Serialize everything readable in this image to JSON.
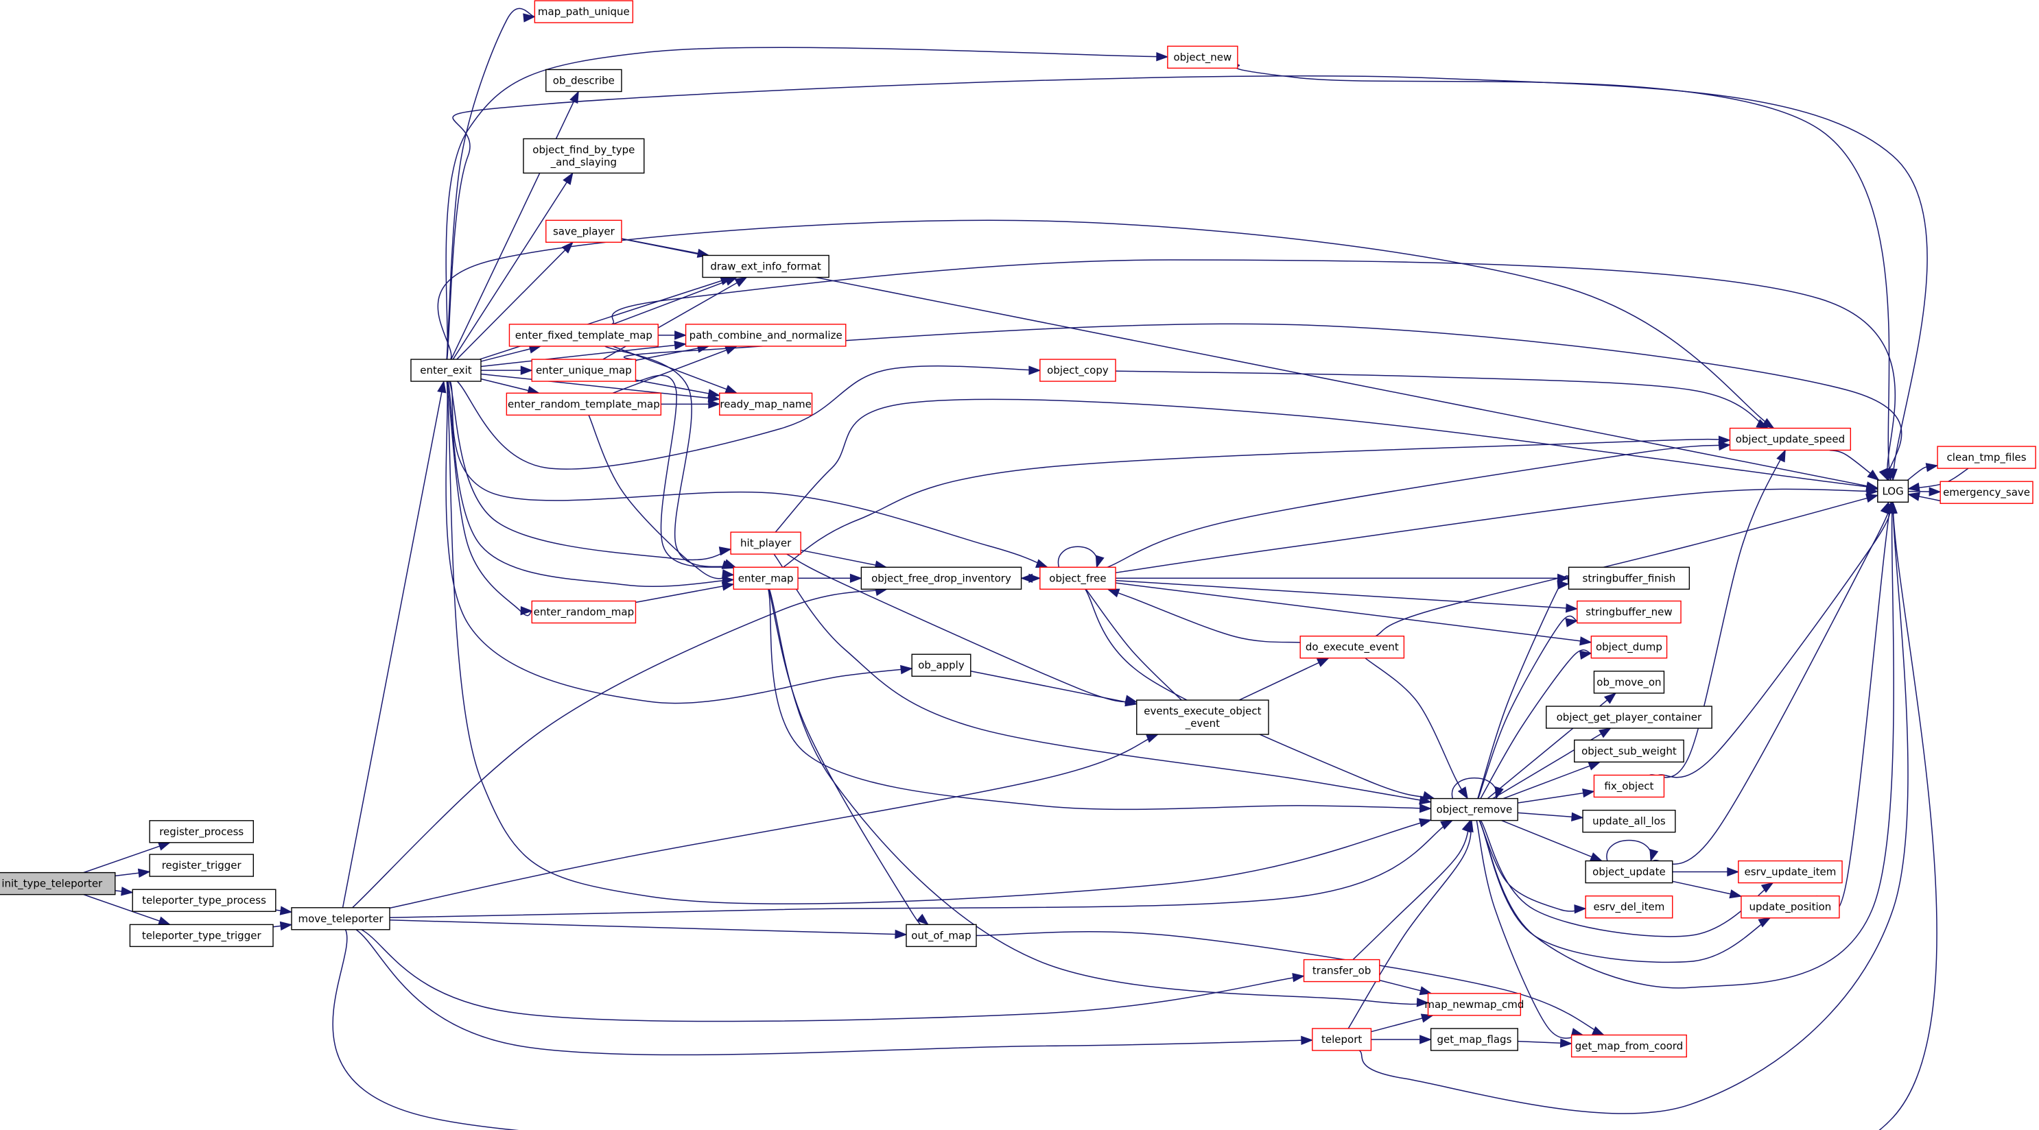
{
  "colors": {
    "edge": "#191970",
    "node_default": "#000000",
    "node_truncated": "#ff0000",
    "root_fill": "#bfbfbf"
  },
  "nodes": {
    "init_type_teleporter": {
      "label": [
        "init_type_teleporter"
      ],
      "style": "root"
    },
    "register_process": {
      "label": [
        "register_process"
      ],
      "style": "black"
    },
    "register_trigger": {
      "label": [
        "register_trigger"
      ],
      "style": "black"
    },
    "teleporter_type_process": {
      "label": [
        "teleporter_type_process"
      ],
      "style": "black"
    },
    "teleporter_type_trigger": {
      "label": [
        "teleporter_type_trigger"
      ],
      "style": "black"
    },
    "move_teleporter": {
      "label": [
        "move_teleporter"
      ],
      "style": "black"
    },
    "enter_exit": {
      "label": [
        "enter_exit"
      ],
      "style": "black"
    },
    "map_path_unique": {
      "label": [
        "map_path_unique"
      ],
      "style": "red"
    },
    "ob_describe": {
      "label": [
        "ob_describe"
      ],
      "style": "black"
    },
    "object_find_by_type_and_slaying": {
      "label": [
        "object_find_by_type",
        "_and_slaying"
      ],
      "style": "black"
    },
    "save_player": {
      "label": [
        "save_player"
      ],
      "style": "red"
    },
    "draw_ext_info_format": {
      "label": [
        "draw_ext_info_format"
      ],
      "style": "black"
    },
    "enter_fixed_template_map": {
      "label": [
        "enter_fixed_template_map"
      ],
      "style": "red"
    },
    "path_combine_and_normalize": {
      "label": [
        "path_combine_and_normalize"
      ],
      "style": "red"
    },
    "enter_unique_map": {
      "label": [
        "enter_unique_map"
      ],
      "style": "red"
    },
    "enter_random_template_map": {
      "label": [
        "enter_random_template_map"
      ],
      "style": "red"
    },
    "ready_map_name": {
      "label": [
        "ready_map_name"
      ],
      "style": "red"
    },
    "object_new": {
      "label": [
        "object_new"
      ],
      "style": "red"
    },
    "object_copy": {
      "label": [
        "object_copy"
      ],
      "style": "red"
    },
    "hit_player": {
      "label": [
        "hit_player"
      ],
      "style": "red"
    },
    "enter_map": {
      "label": [
        "enter_map"
      ],
      "style": "red"
    },
    "enter_random_map": {
      "label": [
        "enter_random_map"
      ],
      "style": "red"
    },
    "object_free_drop_inventory": {
      "label": [
        "object_free_drop_inventory"
      ],
      "style": "black"
    },
    "object_free": {
      "label": [
        "object_free"
      ],
      "style": "red"
    },
    "ob_apply": {
      "label": [
        "ob_apply"
      ],
      "style": "black"
    },
    "events_execute_object_event": {
      "label": [
        "events_execute_object",
        "_event"
      ],
      "style": "black"
    },
    "do_execute_event": {
      "label": [
        "do_execute_event"
      ],
      "style": "red"
    },
    "out_of_map": {
      "label": [
        "out_of_map"
      ],
      "style": "black"
    },
    "transfer_ob": {
      "label": [
        "transfer_ob"
      ],
      "style": "red"
    },
    "teleport": {
      "label": [
        "teleport"
      ],
      "style": "red"
    },
    "map_newmap_cmd": {
      "label": [
        "map_newmap_cmd"
      ],
      "style": "red"
    },
    "get_map_flags": {
      "label": [
        "get_map_flags"
      ],
      "style": "black"
    },
    "object_remove": {
      "label": [
        "object_remove"
      ],
      "style": "black"
    },
    "stringbuffer_finish": {
      "label": [
        "stringbuffer_finish"
      ],
      "style": "black"
    },
    "stringbuffer_new": {
      "label": [
        "stringbuffer_new"
      ],
      "style": "red"
    },
    "object_dump": {
      "label": [
        "object_dump"
      ],
      "style": "red"
    },
    "ob_move_on": {
      "label": [
        "ob_move_on"
      ],
      "style": "black"
    },
    "object_get_player_container": {
      "label": [
        "object_get_player_container"
      ],
      "style": "black"
    },
    "object_sub_weight": {
      "label": [
        "object_sub_weight"
      ],
      "style": "black"
    },
    "fix_object": {
      "label": [
        "fix_object"
      ],
      "style": "red"
    },
    "update_all_los": {
      "label": [
        "update_all_los"
      ],
      "style": "black"
    },
    "object_update": {
      "label": [
        "object_update"
      ],
      "style": "black"
    },
    "esrv_del_item": {
      "label": [
        "esrv_del_item"
      ],
      "style": "red"
    },
    "get_map_from_coord": {
      "label": [
        "get_map_from_coord"
      ],
      "style": "red"
    },
    "object_update_speed": {
      "label": [
        "object_update_speed"
      ],
      "style": "red"
    },
    "esrv_update_item": {
      "label": [
        "esrv_update_item"
      ],
      "style": "red"
    },
    "update_position": {
      "label": [
        "update_position"
      ],
      "style": "red"
    },
    "LOG": {
      "label": [
        "LOG"
      ],
      "style": "black"
    },
    "clean_tmp_files": {
      "label": [
        "clean_tmp_files"
      ],
      "style": "red"
    },
    "emergency_save": {
      "label": [
        "emergency_save"
      ],
      "style": "red"
    }
  },
  "edges": [
    [
      "init_type_teleporter",
      "register_process"
    ],
    [
      "init_type_teleporter",
      "register_trigger"
    ],
    [
      "init_type_teleporter",
      "teleporter_type_process"
    ],
    [
      "init_type_teleporter",
      "teleporter_type_trigger"
    ],
    [
      "teleporter_type_process",
      "move_teleporter"
    ],
    [
      "teleporter_type_trigger",
      "move_teleporter"
    ],
    [
      "move_teleporter",
      "enter_exit"
    ],
    [
      "move_teleporter",
      "object_free_drop_inventory"
    ],
    [
      "move_teleporter",
      "events_execute_object_event"
    ],
    [
      "move_teleporter",
      "object_remove"
    ],
    [
      "move_teleporter",
      "out_of_map"
    ],
    [
      "move_teleporter",
      "transfer_ob"
    ],
    [
      "move_teleporter",
      "teleport"
    ],
    [
      "move_teleporter",
      "LOG"
    ],
    [
      "enter_exit",
      "map_path_unique"
    ],
    [
      "enter_exit",
      "object_new"
    ],
    [
      "enter_exit",
      "ob_describe"
    ],
    [
      "enter_exit",
      "LOG"
    ],
    [
      "enter_exit",
      "object_find_by_type_and_slaying"
    ],
    [
      "enter_exit",
      "save_player"
    ],
    [
      "enter_exit",
      "draw_ext_info_format"
    ],
    [
      "enter_exit",
      "enter_fixed_template_map"
    ],
    [
      "enter_exit",
      "path_combine_and_normalize"
    ],
    [
      "enter_exit",
      "enter_unique_map"
    ],
    [
      "enter_exit",
      "enter_random_template_map"
    ],
    [
      "enter_exit",
      "ready_map_name"
    ],
    [
      "enter_exit",
      "object_copy"
    ],
    [
      "enter_exit",
      "object_update_speed"
    ],
    [
      "enter_exit",
      "hit_player"
    ],
    [
      "enter_exit",
      "enter_map"
    ],
    [
      "enter_exit",
      "enter_random_map"
    ],
    [
      "enter_exit",
      "object_free"
    ],
    [
      "enter_exit",
      "ob_apply"
    ],
    [
      "enter_exit",
      "object_remove"
    ],
    [
      "save_player",
      "draw_ext_info_format"
    ],
    [
      "save_player",
      "LOG"
    ],
    [
      "enter_fixed_template_map",
      "draw_ext_info_format"
    ],
    [
      "enter_fixed_template_map",
      "path_combine_and_normalize"
    ],
    [
      "enter_fixed_template_map",
      "ready_map_name"
    ],
    [
      "enter_fixed_template_map",
      "enter_map"
    ],
    [
      "enter_fixed_template_map",
      "LOG"
    ],
    [
      "enter_unique_map",
      "draw_ext_info_format"
    ],
    [
      "enter_unique_map",
      "path_combine_and_normalize"
    ],
    [
      "enter_unique_map",
      "ready_map_name"
    ],
    [
      "enter_unique_map",
      "enter_map"
    ],
    [
      "enter_unique_map",
      "LOG"
    ],
    [
      "enter_random_template_map",
      "path_combine_and_normalize"
    ],
    [
      "enter_random_template_map",
      "ready_map_name"
    ],
    [
      "enter_random_template_map",
      "enter_map"
    ],
    [
      "enter_random_map",
      "enter_map"
    ],
    [
      "object_new",
      "LOG"
    ],
    [
      "object_copy",
      "object_update_speed"
    ],
    [
      "hit_player",
      "LOG"
    ],
    [
      "hit_player",
      "object_free_drop_inventory"
    ],
    [
      "hit_player",
      "events_execute_object_event"
    ],
    [
      "hit_player",
      "object_remove"
    ],
    [
      "enter_map",
      "object_update_speed"
    ],
    [
      "enter_map",
      "object_free_drop_inventory"
    ],
    [
      "enter_map",
      "object_remove"
    ],
    [
      "enter_map",
      "out_of_map"
    ],
    [
      "enter_map",
      "map_newmap_cmd"
    ],
    [
      "object_free_drop_inventory",
      "object_free"
    ],
    [
      "object_free",
      "object_free"
    ],
    [
      "object_free",
      "object_free_drop_inventory"
    ],
    [
      "object_free",
      "object_update_speed"
    ],
    [
      "object_free",
      "LOG"
    ],
    [
      "object_free",
      "stringbuffer_finish"
    ],
    [
      "object_free",
      "stringbuffer_new"
    ],
    [
      "object_free",
      "object_dump"
    ],
    [
      "object_free",
      "events_execute_object_event"
    ],
    [
      "object_free",
      "object_remove"
    ],
    [
      "ob_apply",
      "events_execute_object_event"
    ],
    [
      "events_execute_object_event",
      "do_execute_event"
    ],
    [
      "do_execute_event",
      "object_free"
    ],
    [
      "do_execute_event",
      "LOG"
    ],
    [
      "do_execute_event",
      "object_remove"
    ],
    [
      "out_of_map",
      "get_map_from_coord"
    ],
    [
      "transfer_ob",
      "object_remove"
    ],
    [
      "transfer_ob",
      "map_newmap_cmd"
    ],
    [
      "teleport",
      "object_remove"
    ],
    [
      "teleport",
      "map_newmap_cmd"
    ],
    [
      "teleport",
      "get_map_flags"
    ],
    [
      "teleport",
      "LOG"
    ],
    [
      "get_map_flags",
      "get_map_from_coord"
    ],
    [
      "object_remove",
      "object_remove"
    ],
    [
      "object_remove",
      "stringbuffer_finish"
    ],
    [
      "object_remove",
      "stringbuffer_new"
    ],
    [
      "object_remove",
      "object_dump"
    ],
    [
      "object_remove",
      "ob_move_on"
    ],
    [
      "object_remove",
      "object_get_player_container"
    ],
    [
      "object_remove",
      "object_sub_weight"
    ],
    [
      "object_remove",
      "fix_object"
    ],
    [
      "object_remove",
      "update_all_los"
    ],
    [
      "object_remove",
      "object_update"
    ],
    [
      "object_remove",
      "esrv_del_item"
    ],
    [
      "object_remove",
      "esrv_update_item"
    ],
    [
      "object_remove",
      "update_position"
    ],
    [
      "object_remove",
      "get_map_from_coord"
    ],
    [
      "object_remove",
      "LOG"
    ],
    [
      "fix_object",
      "object_update_speed"
    ],
    [
      "fix_object",
      "LOG"
    ],
    [
      "object_update",
      "object_update"
    ],
    [
      "object_update",
      "esrv_update_item"
    ],
    [
      "object_update",
      "update_position"
    ],
    [
      "object_update",
      "LOG"
    ],
    [
      "update_position",
      "LOG"
    ],
    [
      "object_update_speed",
      "LOG"
    ],
    [
      "LOG",
      "clean_tmp_files"
    ],
    [
      "LOG",
      "emergency_save"
    ],
    [
      "clean_tmp_files",
      "LOG"
    ],
    [
      "emergency_save",
      "LOG"
    ]
  ]
}
